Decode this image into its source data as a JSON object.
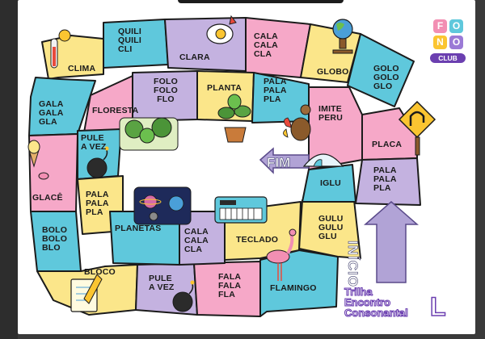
{
  "logo": {
    "letters": [
      "F",
      "O",
      "N",
      "O"
    ],
    "club": "CLUB"
  },
  "labels": {
    "quili": "QUILI\nQUILI\nCLI",
    "clima": "CLIMA",
    "clara": "CLARA",
    "cala_top": "CALA\nCALA\nCLA",
    "globo": "GLOBO",
    "golo": "GOLO\nGOLO\nGLO",
    "gala": "GALA\nGALA\nGLA",
    "floresta": "FLORESTA",
    "folo": "FOLO\nFOLO\nFLO",
    "planta": "PLANTA",
    "pala_top": "PALA\nPALA\nPLA",
    "imite": "IMITE\nPERU",
    "placa": "PLACA",
    "pule1": "PULE\nA VEZ",
    "fim": "FIM",
    "pala_right": "PALA\nPALA\nPLA",
    "glace": "GLACÊ",
    "pala_left": "PALA\nPALA\nPLA",
    "iglu": "IGLU",
    "gulu": "GULU\nGULU\nGLU",
    "inicio": "INÍCIO",
    "bolo": "BOLO\nBOLO\nBLO",
    "planetas": "PLANETAS",
    "cala_mid": "CALA\nCALA\nCLA",
    "teclado": "TECLADO",
    "bloco": "BLOCO",
    "pule2": "PULE\nA VEZ",
    "fala": "FALA\nFALA\nFLA",
    "flamingo": "FLAMINGO"
  },
  "title": {
    "line1": "Trilha",
    "line2": "Encontro",
    "line3": "Consonantal",
    "letter": "L"
  },
  "colors": {
    "pink": "#f6a8c8",
    "blue": "#5fc8dc",
    "yellow": "#fbe68a",
    "purple": "#c4b2e0",
    "outline": "#1b1b1b",
    "brand_purple": "#6b3fb0"
  },
  "icons": [
    "thermometer-sun-icon",
    "fried-egg-icon",
    "globe-icon",
    "forest-icon",
    "plant-icon",
    "turkey-icon",
    "u-turn-sign-icon",
    "bomb-icon",
    "ice-cream-icon",
    "igloo-icon",
    "planets-icon",
    "keyboard-icon",
    "flamingo-icon",
    "notepad-icon"
  ]
}
